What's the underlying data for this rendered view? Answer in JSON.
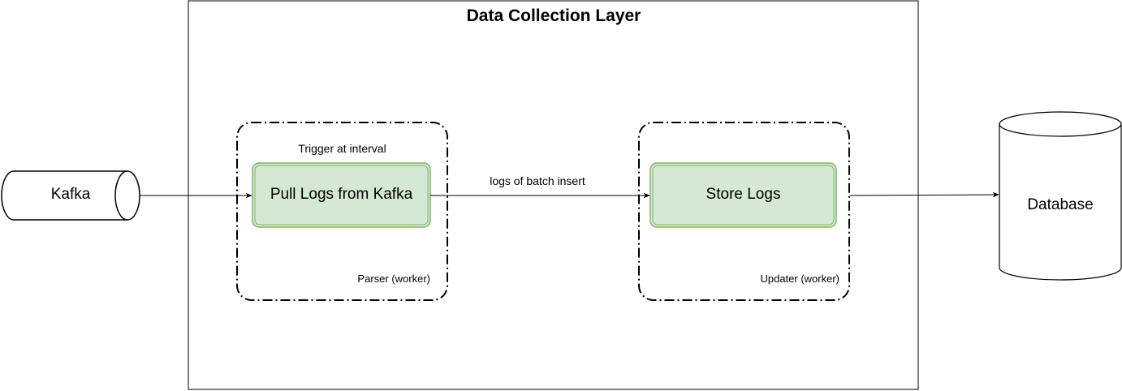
{
  "layer": {
    "title": "Data Collection Layer"
  },
  "source": {
    "label": "Kafka"
  },
  "parser": {
    "trigger_label": "Trigger at interval",
    "process_label": "Pull Logs from Kafka",
    "worker_label": "Parser (worker)"
  },
  "edge": {
    "label": "logs of batch insert"
  },
  "updater": {
    "process_label": "Store Logs",
    "worker_label": "Updater (worker)"
  },
  "sink": {
    "label": "Database"
  },
  "colors": {
    "process_fill": "#d5e8d4",
    "process_stroke": "#82b366",
    "line": "#000000",
    "background": "#ffffff"
  }
}
